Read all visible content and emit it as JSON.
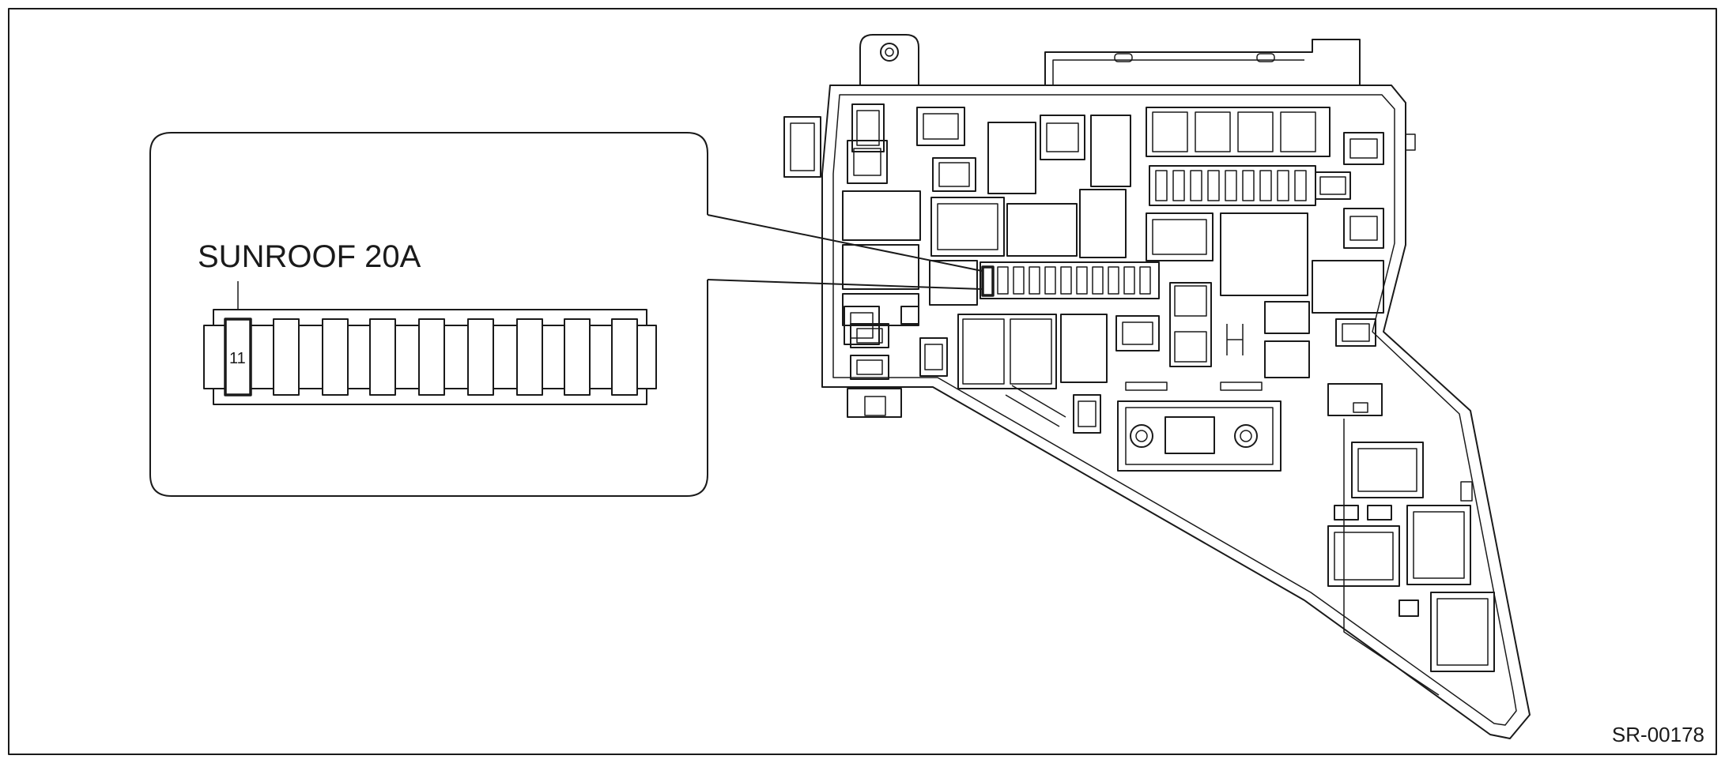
{
  "callout": {
    "fuse_label": "SUNROOF  20A",
    "fuse_number": "11"
  },
  "figure_id": "SR-00178"
}
